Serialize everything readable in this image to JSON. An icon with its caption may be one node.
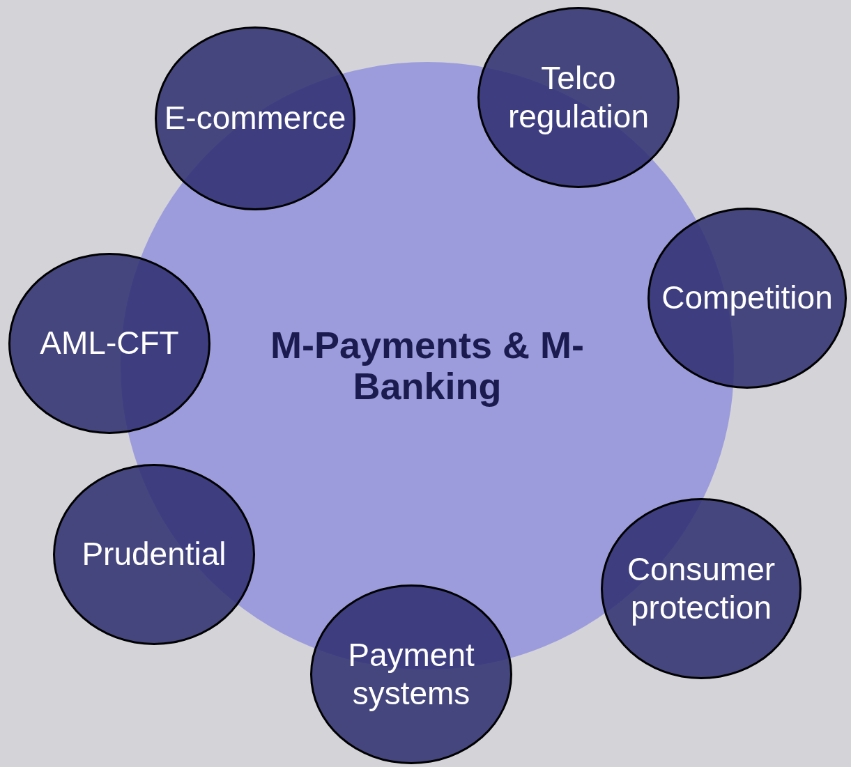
{
  "diagram": {
    "nodes": [
      {
        "text": [
          "M-Payments & M-Banking"
        ]
      },
      {
        "text": [
          "E-commerce"
        ]
      },
      {
        "text": [
          "Telco regulation"
        ]
      },
      {
        "text": [
          "Competition"
        ]
      },
      {
        "text": [
          "AML-CFT"
        ]
      },
      {
        "text": [
          "Prudential"
        ]
      },
      {
        "text": [
          "Payment systems"
        ]
      },
      {
        "text": [
          "Consumer protection"
        ]
      }
    ]
  }
}
